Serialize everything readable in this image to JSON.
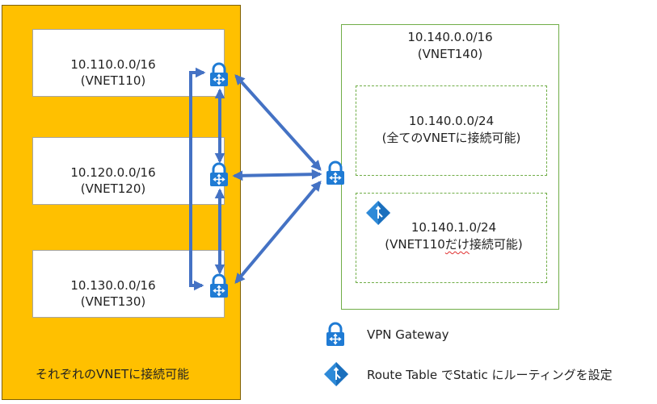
{
  "left_group": {
    "caption": "それぞれのVNETに接続可能",
    "fill_color": "#ffc000",
    "vnets": [
      {
        "cidr": "10.110.0.0/16",
        "name": "(VNET110)"
      },
      {
        "cidr": "10.120.0.0/16",
        "name": "(VNET120)"
      },
      {
        "cidr": "10.130.0.0/16",
        "name": "(VNET130)"
      }
    ]
  },
  "vnet140": {
    "cidr": "10.140.0.0/16",
    "name": "(VNET140)",
    "subnets": [
      {
        "cidr": "10.140.0.0/24",
        "note": "(全てのVNETに接続可能)"
      },
      {
        "cidr": "10.140.1.0/24",
        "note_prefix": "(VNET110",
        "note_underlined": "だけ",
        "note_suffix": "接続可能)"
      }
    ]
  },
  "legend": {
    "vpn_gateway": {
      "icon": "vpn-gateway-icon",
      "label": "VPN Gateway"
    },
    "route_table": {
      "icon": "route-table-icon",
      "label": "Route Table でStatic にルーティングを設定"
    }
  },
  "colors": {
    "arrow": "#4472c4",
    "gateway": "#1f7bd4",
    "vnet140_border": "#70ad47"
  }
}
